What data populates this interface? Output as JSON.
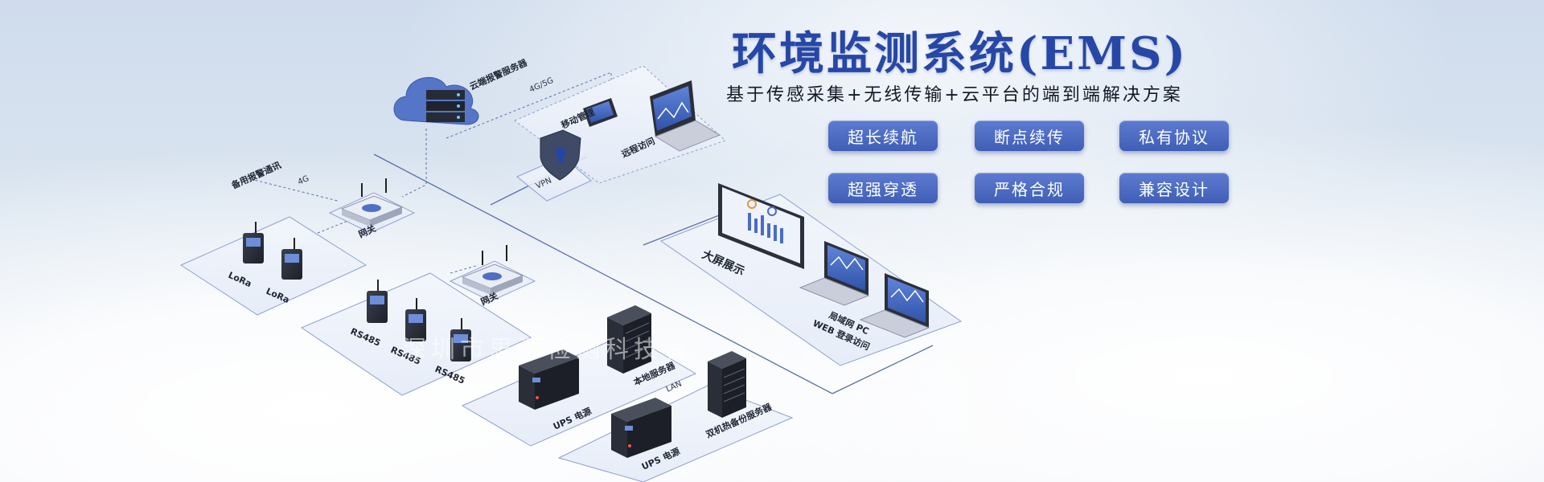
{
  "header": {
    "title": "环境监测系统(EMS)",
    "subtitle": "基于传感采集+无线传输+云平台的端到端解决方案"
  },
  "features": [
    "超长续航",
    "断点续传",
    "私有协议",
    "超强穿透",
    "严格合规",
    "兼容设计"
  ],
  "diagram": {
    "cloud_server": "云端报警服务器",
    "link_4g5g": "4G/5G",
    "mobile_mgmt": "移动管理",
    "remote_access": "远程访问",
    "vpn": "VPN",
    "backup_alarm": "备用报警通讯",
    "link_4g": "4G",
    "gateway_1": "网关",
    "gateway_2": "网关",
    "lora_1": "LoRa",
    "lora_2": "LoRa",
    "rs485_1": "RS485",
    "rs485_2": "RS485",
    "rs485_3": "RS485",
    "big_screen": "大屏展示",
    "pc_access_1": "局域网 PC",
    "pc_access_2": "WEB 登录访问",
    "local_server": "本地服务器",
    "lan": "LAN",
    "ups_1": "UPS 电源",
    "ups_2": "UPS 电源",
    "dual_server": "双机热备份服务器"
  },
  "watermark": "深圳市思源检测科技有"
}
